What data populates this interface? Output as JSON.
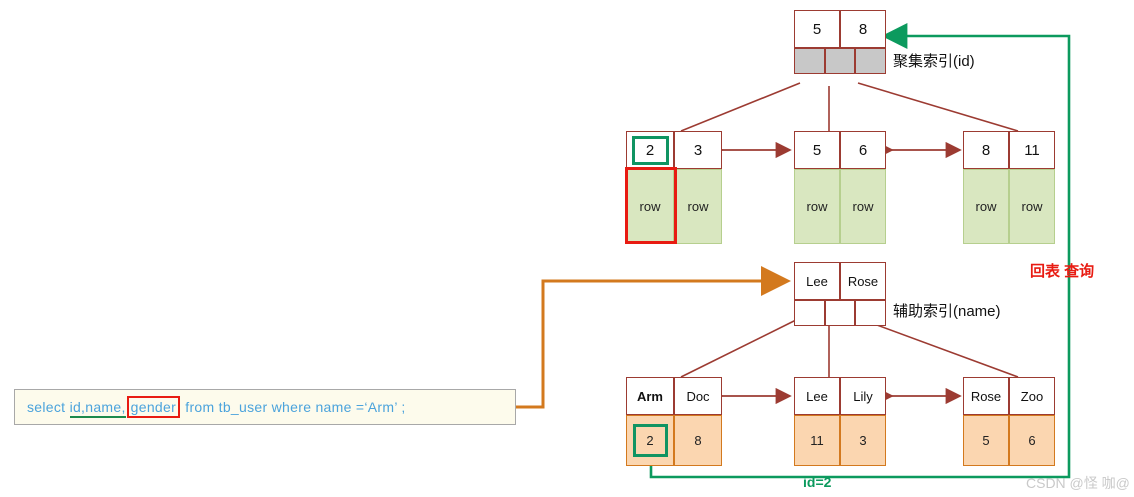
{
  "diagram": {
    "title_clustered": "聚集索引(id)",
    "title_secondary": "辅助索引(name)",
    "label_back_to_table": "回表 查询",
    "label_id_eq": "id=2",
    "watermark": "CSDN @怪 咖@"
  },
  "sql": {
    "t1": "select ",
    "t2": "id,name,",
    "t3": "gender",
    "t4": " from  tb_user  where  name =‘Arm’ ;"
  },
  "clustered": {
    "root": {
      "keys": [
        "5",
        "8"
      ],
      "pointers": [
        "",
        "",
        ""
      ]
    },
    "leaves": [
      {
        "keys": [
          "2",
          "3"
        ],
        "data": [
          "row",
          "row"
        ]
      },
      {
        "keys": [
          "5",
          "6"
        ],
        "data": [
          "row",
          "row"
        ]
      },
      {
        "keys": [
          "8",
          "11"
        ],
        "data": [
          "row",
          "row"
        ]
      }
    ]
  },
  "secondary": {
    "root": {
      "keys": [
        "Lee",
        "Rose"
      ],
      "pointers": [
        "",
        "",
        ""
      ]
    },
    "leaves": [
      {
        "keys": [
          "Arm",
          "Doc"
        ],
        "data": [
          "2",
          "8"
        ]
      },
      {
        "keys": [
          "Lee",
          "Lily"
        ],
        "data": [
          "11",
          "3"
        ]
      },
      {
        "keys": [
          "Rose",
          "Zoo"
        ],
        "data": [
          "5",
          "6"
        ]
      }
    ]
  },
  "colors": {
    "node_border": "#9c3b32",
    "clustered_data": "#d9e7c0",
    "secondary_data": "#fbd6b0",
    "pointer_grey": "#c8c8c8",
    "highlight_green": "#109462",
    "highlight_red": "#e81b12",
    "arrow_orange": "#d3791e",
    "arrow_green": "#0c9a5e",
    "sql_text": "#4ba3dc"
  }
}
